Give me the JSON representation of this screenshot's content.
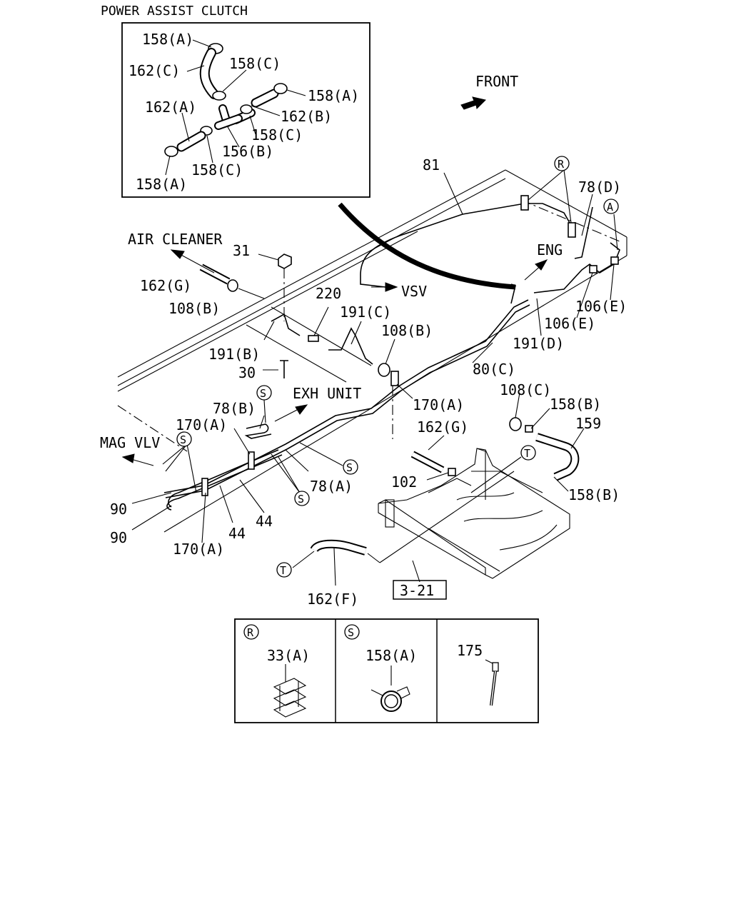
{
  "inset": {
    "title": "POWER ASSIST CLUTCH",
    "labels": [
      "158(A)",
      "162(C)",
      "158(C)",
      "158(A)",
      "162(A)",
      "162(B)",
      "158(C)",
      "156(B)",
      "158(C)",
      "158(A)"
    ]
  },
  "front": "FRONT",
  "destinations": {
    "air_cleaner": "AIR CLEANER",
    "vsv": "VSV",
    "eng": "ENG",
    "exh_unit": "EXH UNIT",
    "mag_vlv": "MAG VLV"
  },
  "callouts": {
    "81": "81",
    "78D": "78(D)",
    "31": "31",
    "162G_top": "162(G)",
    "108B_left": "108(B)",
    "220": "220",
    "191C": "191(C)",
    "108B_center": "108(B)",
    "106E_right": "106(E)",
    "106E": "106(E)",
    "191D": "191(D)",
    "191B": "191(B)",
    "80C": "80(C)",
    "30": "30",
    "170A_center": "170(A)",
    "108C": "108(C)",
    "158B_top": "158(B)",
    "159": "159",
    "78B": "78(B)",
    "170A_left": "170(A)",
    "162G_mid": "162(G)",
    "102": "102",
    "158B_bottom": "158(B)",
    "78A": "78(A)",
    "44_upper": "44",
    "44_lower": "44",
    "90_upper": "90",
    "90_lower": "90",
    "170A_bottom": "170(A)",
    "162F": "162(F)",
    "ref_box": "3-21"
  },
  "circle_markers": {
    "R": "R",
    "A": "A",
    "S": "S",
    "T": "T"
  },
  "legend": [
    {
      "marker": "R",
      "part": "33(A)"
    },
    {
      "marker": "S",
      "part": "158(A)"
    },
    {
      "marker": "",
      "part": "175"
    }
  ]
}
